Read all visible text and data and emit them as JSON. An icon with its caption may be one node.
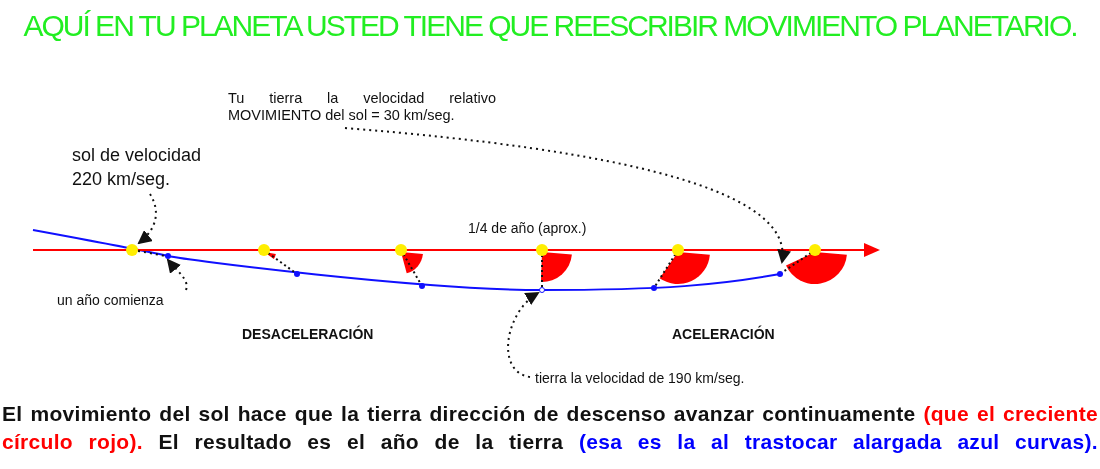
{
  "diagram": {
    "title": "AQUÍ EN TU PLANETA USTED TIENE QUE REESCRIBIR MOVIMIENTO PLANETARIO.",
    "nodes": [
      {
        "text": [
          "sol de velocidad 220 km/seg."
        ]
      },
      {
        "text": [
          "Tu tierra la velocidad relativo MOVIMIENTO del sol = 30 km/seg."
        ]
      },
      {
        "text": [
          "un año comienza"
        ]
      },
      {
        "text": [
          "tierra la velocidad de 190 km/seg."
        ]
      },
      {
        "text": [],
        "shape": "circle"
      },
      {
        "text": [],
        "shape": "circle"
      },
      {
        "text": [],
        "shape": "circle"
      },
      {
        "text": [],
        "shape": "circle"
      }
    ],
    "edges": [
      {
        "from": 0,
        "to": 4,
        "arrow": "to",
        "style": "dashed"
      },
      {
        "from": 1,
        "to": 7,
        "arrow": "to",
        "style": "dashed"
      },
      {
        "from": 2,
        "to": 5,
        "arrow": "to",
        "style": "dashed"
      },
      {
        "from": 3,
        "to": 6,
        "arrow": "to",
        "style": "dashed"
      },
      {
        "from": 4,
        "to": 5,
        "arrow": "none",
        "style": "dashed"
      }
    ],
    "labels": [
      "1/4 de año (aprox.)",
      "DESACELERACIÓN",
      "ACELERACIÓN",
      "El movimiento del sol hace que la tierra dirección de descenso avanzar continuamente",
      "(que el creciente círculo rojo).",
      "El resultado es el año de la tierra",
      "(esa es la al trastocar alargada azul curvas)."
    ]
  }
}
